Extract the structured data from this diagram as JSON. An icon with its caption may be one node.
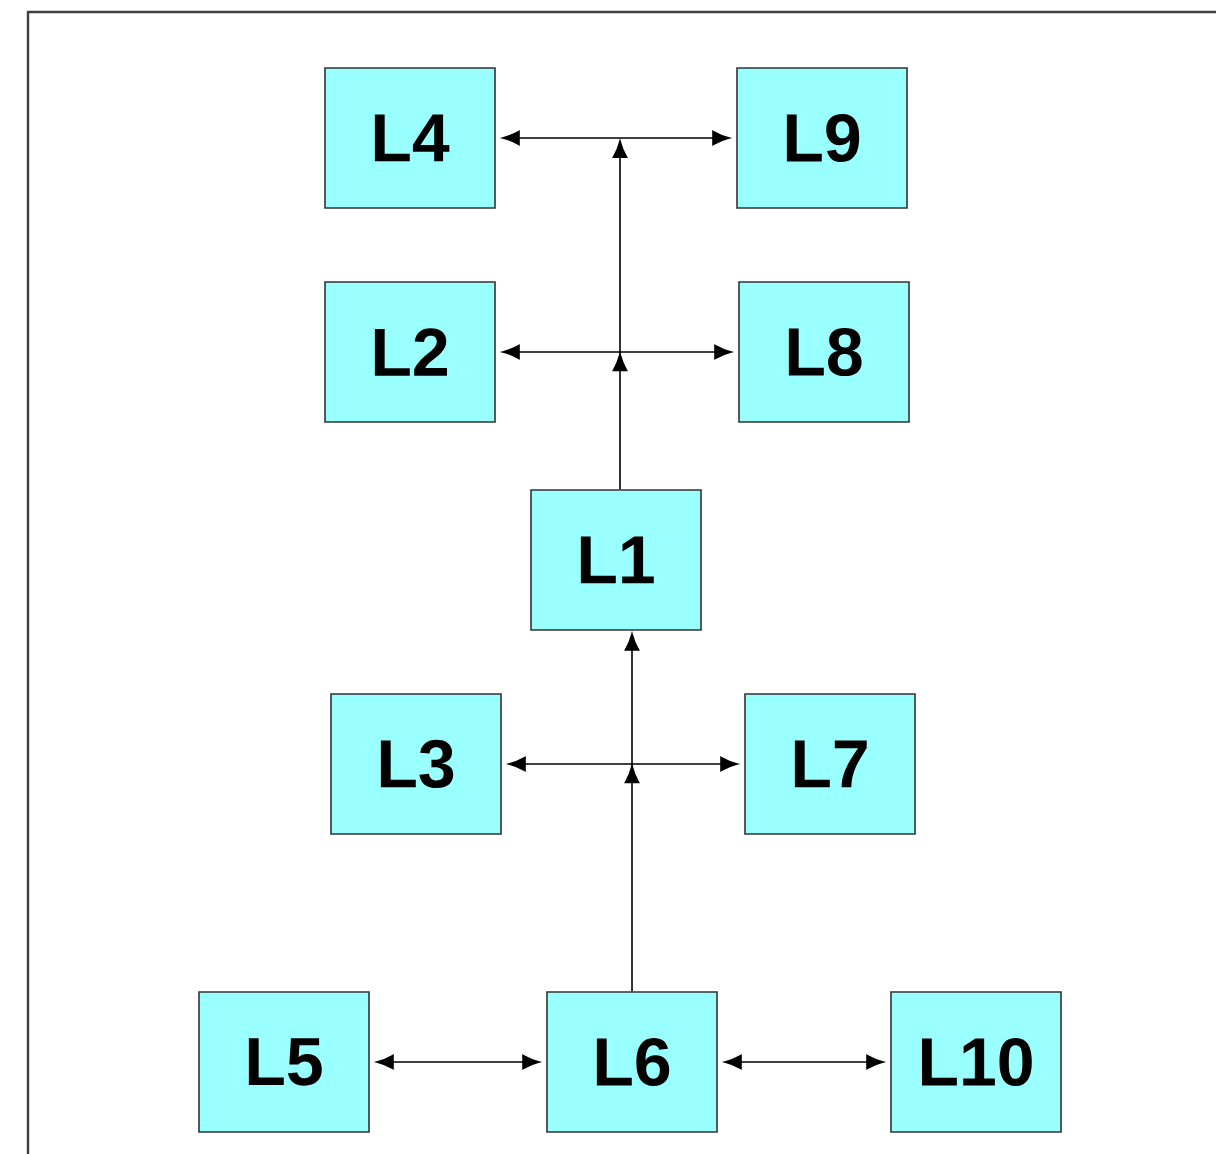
{
  "diagram": {
    "nodes": [
      {
        "text": [
          "L4"
        ]
      },
      {
        "text": [
          "L9"
        ]
      },
      {
        "text": [
          "L2"
        ]
      },
      {
        "text": [
          "L8"
        ]
      },
      {
        "text": [
          "L1"
        ]
      },
      {
        "text": [
          "L3"
        ]
      },
      {
        "text": [
          "L7"
        ]
      },
      {
        "text": [
          "L5"
        ]
      },
      {
        "text": [
          "L6"
        ]
      },
      {
        "text": [
          "L10"
        ]
      }
    ],
    "edges": [
      {
        "from": 0,
        "to": 1,
        "arrow": "both"
      },
      {
        "from": 2,
        "to": 3,
        "arrow": "both"
      },
      {
        "from": 4,
        "to": null,
        "arrow": "to"
      },
      {
        "from": 5,
        "to": 6,
        "arrow": "both"
      },
      {
        "from": 8,
        "to": 4,
        "arrow": "to"
      },
      {
        "from": 7,
        "to": 8,
        "arrow": "both"
      },
      {
        "from": 8,
        "to": 9,
        "arrow": "both"
      }
    ]
  }
}
